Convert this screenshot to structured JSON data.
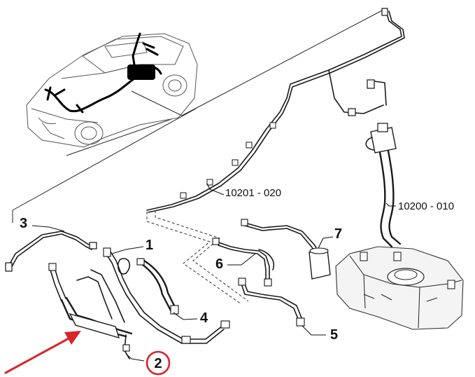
{
  "callouts": {
    "c1": "1",
    "c2": "2",
    "c3": "3",
    "c4": "4",
    "c5": "5",
    "c6": "6",
    "c7": "7"
  },
  "part_numbers": {
    "fuel_line": "10201 - 020",
    "filler_neck": "10200 - 010"
  },
  "colors": {
    "highlight_circle": "#d9252a",
    "pointer_arrow": "#d9252a",
    "line_art": "#1a1a1a"
  }
}
